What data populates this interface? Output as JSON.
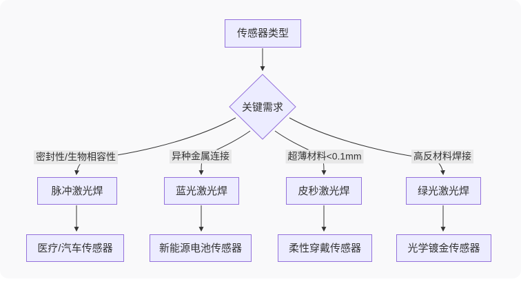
{
  "diagram": {
    "type": "flowchart-decision-tree",
    "root_label": "传感器类型",
    "decision_label": "关键需求",
    "branches": [
      {
        "condition": "密封性/生物相容性",
        "process": "脉冲激光焊",
        "result": "医疗/汽车传感器"
      },
      {
        "condition": "异种金属连接",
        "process": "蓝光激光焊",
        "result": "新能源电池传感器"
      },
      {
        "condition": "超薄材料<0.1mm",
        "process": "皮秒激光焊",
        "result": "柔性穿戴传感器"
      },
      {
        "condition": "高反材料焊接",
        "process": "绿光激光焊",
        "result": "光学镀金传感器"
      }
    ],
    "colors": {
      "node_fill": "#ECECFF",
      "node_border": "#9370DB",
      "edge_line": "#333333",
      "edge_label_bg": "#E8E8E8",
      "text": "#333333",
      "canvas_bg": "#F9F9FA"
    }
  }
}
